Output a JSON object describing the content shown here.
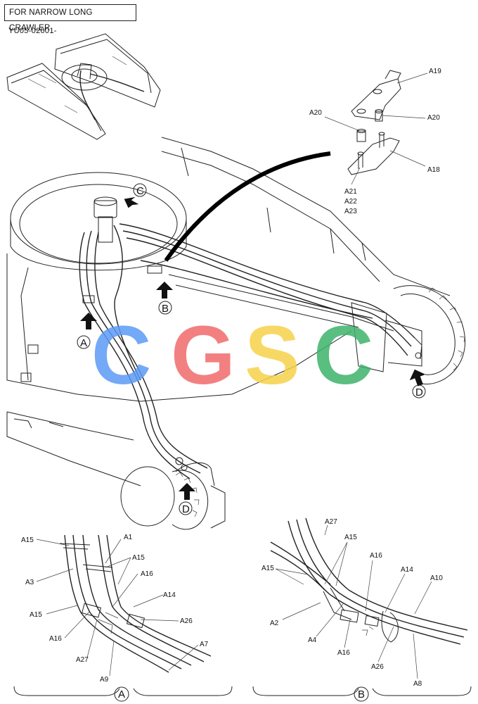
{
  "header": {
    "title": "FOR NARROW LONG CRAWLER",
    "doc_code": "YU05-02001-"
  },
  "watermark": {
    "letters": [
      "C",
      "G",
      "S",
      "C"
    ],
    "colors": [
      "#5b9bf5",
      "#f26b6b",
      "#f7d24a",
      "#3db36b"
    ]
  },
  "view_markers": {
    "a": "A",
    "b": "B",
    "c": "C",
    "d1": "D",
    "d2": "D"
  },
  "top_callouts": {
    "a19": "A19",
    "a20_left": "A20",
    "a20_right": "A20",
    "a18": "A18",
    "a21": "A21",
    "a22": "A22",
    "a23": "A23"
  },
  "detail_a": {
    "label": "A",
    "callouts": {
      "a15_top": "A15",
      "a1": "A1",
      "a15_mid": "A15",
      "a3": "A3",
      "a16_upper": "A16",
      "a14": "A14",
      "a15_low": "A15",
      "a26": "A26",
      "a16_lower": "A16",
      "a27": "A27",
      "a7": "A7",
      "a9": "A9"
    }
  },
  "detail_b": {
    "label": "B",
    "callouts": {
      "a27": "A27",
      "a15_top": "A15",
      "a15_left": "A15",
      "a16_top": "A16",
      "a14": "A14",
      "a10": "A10",
      "a2": "A2",
      "a4": "A4",
      "a16_bottom": "A16",
      "a26": "A26",
      "a8": "A8"
    }
  }
}
